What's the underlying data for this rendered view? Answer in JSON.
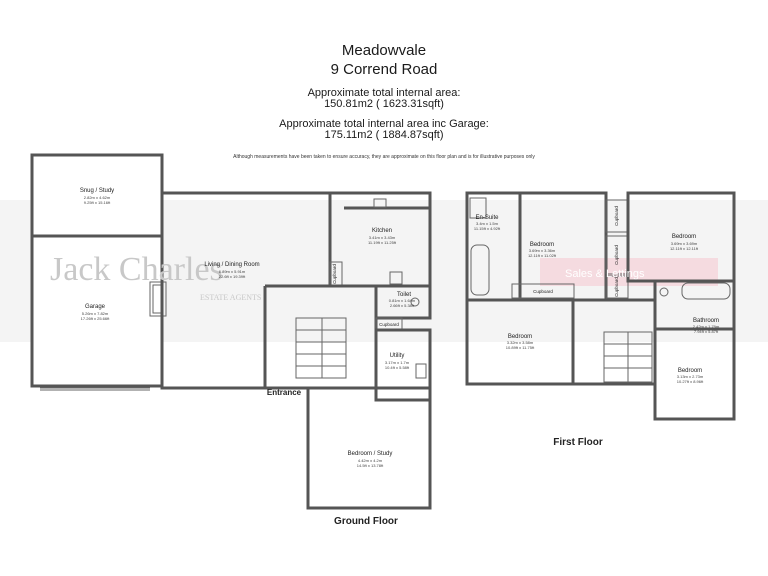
{
  "header": {
    "title": "Meadowvale",
    "address": "9 Corrend Road",
    "area_label": "Approximate total internal area:",
    "area_value": "150.81m2 ( 1623.31sqft)",
    "area_garage_label": "Approximate total internal area inc Garage:",
    "area_garage_value": "175.11m2 ( 1884.87sqft)",
    "disclaimer": "Although measurements have been taken to ensure accuracy, they are approximate on this floor plan and is for illustrative purposes only"
  },
  "watermark": {
    "brand": "Jack Charles",
    "tagline_left": "ESTATE AGENTS",
    "tagline_right": "Sales & Lettings"
  },
  "ground_floor": {
    "label": "Ground Floor",
    "entrance": "Entrance",
    "rooms": {
      "snug": {
        "name": "Snug / Study",
        "dims": "2.82m x 4.62m",
        "dims_ft": "9.25ft x 15.16ft"
      },
      "garage": {
        "name": "Garage",
        "dims": "5.26m x 7.82m",
        "dims_ft": "17.26ft x 25.66ft"
      },
      "living": {
        "name": "Living / Dining Room",
        "dims": "6.89m x 5.91m",
        "dims_ft": "22.6ft x 19.39ft"
      },
      "kitchen": {
        "name": "Kitchen",
        "dims": "3.41m x 3.43m",
        "dims_ft": "11.19ft x 11.25ft"
      },
      "toilet": {
        "name": "Toilet",
        "dims": "0.81m x 1.64m",
        "dims_ft": "2.66ft x 5.38ft"
      },
      "utility": {
        "name": "Utility",
        "dims": "3.17m x 1.7m",
        "dims_ft": "10.4ft x 5.58ft"
      },
      "bedroom_study": {
        "name": "Bedroom / Study",
        "dims": "4.42m x 4.2m",
        "dims_ft": "14.5ft x 13.78ft"
      }
    },
    "cupboard": "Cupboard"
  },
  "first_floor": {
    "label": "First Floor",
    "rooms": {
      "ensuite": {
        "name": "En-Suite",
        "dims": "3.4m x 1.5m",
        "dims_ft": "11.15ft x 4.92ft"
      },
      "bedroom1": {
        "name": "Bedroom",
        "dims": "3.69m x 3.36m",
        "dims_ft": "12.11ft x 11.02ft"
      },
      "bedroom2": {
        "name": "Bedroom",
        "dims": "3.69m x 3.69m",
        "dims_ft": "12.11ft x 12.11ft"
      },
      "bathroom": {
        "name": "Bathroom",
        "dims": "2.42m x 1.79m",
        "dims_ft": "7.94ft x 5.87ft"
      },
      "bedroom3": {
        "name": "Bedroom",
        "dims": "3.32m x 3.58m",
        "dims_ft": "10.89ft x 11.75ft"
      },
      "bedroom4": {
        "name": "Bedroom",
        "dims": "3.13m x 2.73m",
        "dims_ft": "10.27ft x 8.96ft"
      }
    },
    "cupboard": "Cupboard"
  }
}
